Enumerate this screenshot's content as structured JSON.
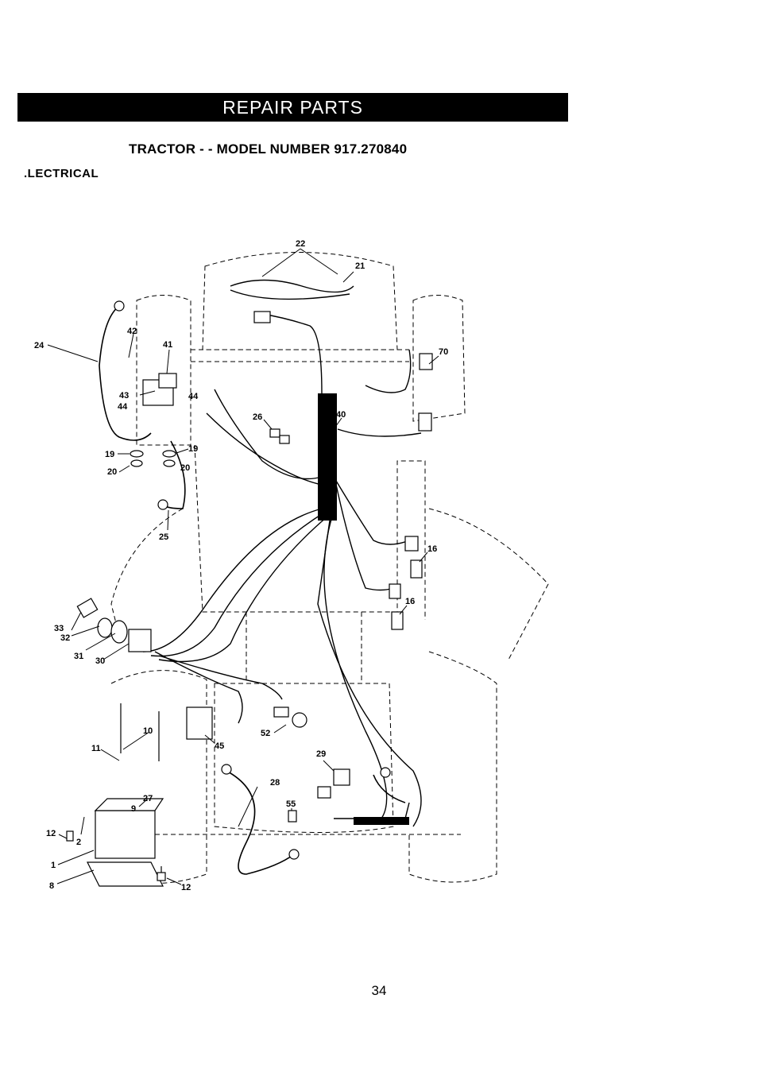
{
  "banner": "REPAIR PARTS",
  "subtitle": "TRACTOR - - MODEL NUMBER 917.270840",
  "section": ".LECTRICAL",
  "page_number": "34",
  "callouts": {
    "c22": "22",
    "c21": "21",
    "c70": "70",
    "c24": "24",
    "c42": "42",
    "c41": "41",
    "c43": "43",
    "c44a": "44",
    "c44b": "44",
    "c19a": "19",
    "c19b": "19",
    "c20a": "20",
    "c20b": "20",
    "c25": "25",
    "c26": "26",
    "c40": "40",
    "c16a": "16",
    "c16b": "16",
    "c33": "33",
    "c32": "32",
    "c31": "31",
    "c30": "30",
    "c10": "10",
    "c11": "11",
    "c45": "45",
    "c52": "52",
    "c29": "29",
    "c28": "28",
    "c27": "27",
    "c9": "9",
    "c55": "55",
    "c12a": "12",
    "c12b": "12",
    "c2": "2",
    "c1": "1",
    "c8": "8"
  }
}
